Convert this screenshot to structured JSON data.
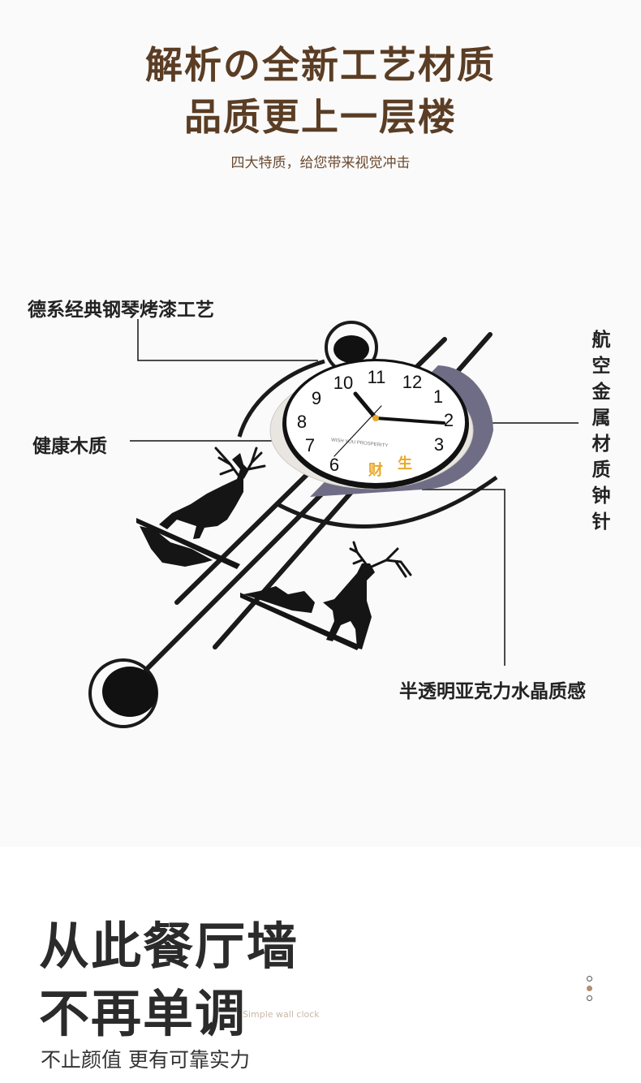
{
  "header": {
    "title_line1": "解析の全新工艺材质",
    "title_line2": "品质更上一层楼",
    "subtitle": "四大特质，给您带来视觉冲击"
  },
  "annotations": {
    "paint": "德系经典钢琴烤漆工艺",
    "wood": "健康木质",
    "hands": "航空金属材质钟针",
    "acrylic": "半透明亚克力水晶质感"
  },
  "clock": {
    "numbers": [
      "12",
      "1",
      "2",
      "3",
      "6",
      "7",
      "8",
      "9",
      "10",
      "11"
    ],
    "slogan": "WISH YOU PROSPERITY",
    "badge_left": "财",
    "badge_right": "生"
  },
  "bottom": {
    "title_line1": "从此餐厅墙",
    "title_line2": "不再单调",
    "tagline_en": "Simple wall clock",
    "tagline_cn": "不止颜值 更有可靠实力"
  },
  "colors": {
    "title_brown": "#5a3d24",
    "acrylic_gray": "#6f6d86",
    "badge_gold": "#e8a92a"
  }
}
